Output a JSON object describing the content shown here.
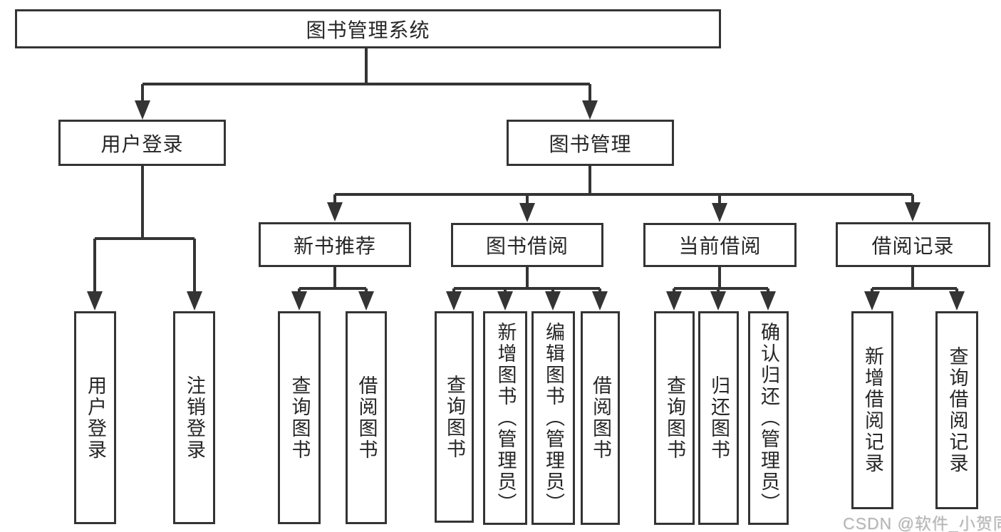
{
  "diagram": {
    "root": {
      "label": "图书管理系统"
    },
    "login_branch": {
      "label": "用户登录",
      "children": [
        {
          "label": "用户登录"
        },
        {
          "label": "注销登录"
        }
      ]
    },
    "mgmt_branch": {
      "label": "图书管理",
      "groups": [
        {
          "label": "新书推荐",
          "children": [
            {
              "label": "查询图书"
            },
            {
              "label": "借阅图书"
            }
          ]
        },
        {
          "label": "图书借阅",
          "children": [
            {
              "label": "查询图书"
            },
            {
              "label": "新增图书（管理员）"
            },
            {
              "label": "编辑图书（管理员）"
            },
            {
              "label": "借阅图书"
            }
          ]
        },
        {
          "label": "当前借阅",
          "children": [
            {
              "label": "查询图书"
            },
            {
              "label": "归还图书"
            },
            {
              "label": "确认归还（管理员）"
            }
          ]
        },
        {
          "label": "借阅记录",
          "children": [
            {
              "label": "新增借阅记录"
            },
            {
              "label": "查询借阅记录"
            }
          ]
        }
      ]
    },
    "watermark": "CSDN @软件_小贺同学",
    "colors": {
      "line": "#343434",
      "text": "#262626",
      "box_fill": "#ffffff",
      "background": "#ffffff",
      "watermark": "#b5b5b5"
    }
  }
}
